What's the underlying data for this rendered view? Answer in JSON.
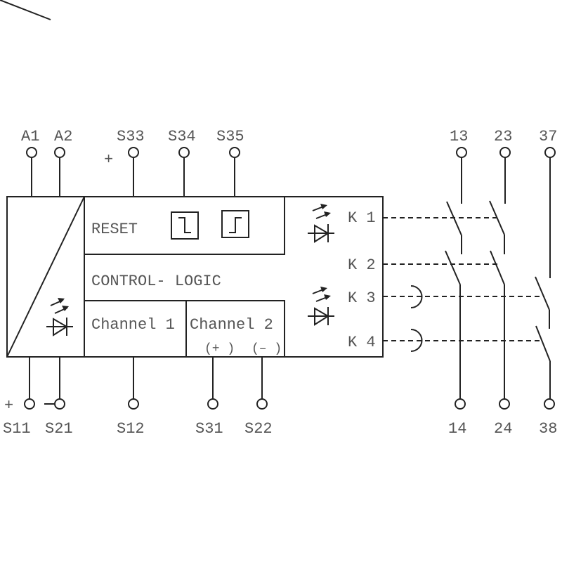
{
  "diagram": {
    "title": "Safety relay block diagram",
    "top_terminals": [
      "A1",
      "A2",
      "S33",
      "S34",
      "S35"
    ],
    "top_plus_sign": "+",
    "bottom_terminals": [
      "S11",
      "S21",
      "S12",
      "S31",
      "S22"
    ],
    "bottom_plus_sign": "+",
    "bottom_minus_sign": "–",
    "output_top_terminals": [
      "13",
      "23",
      "37"
    ],
    "output_bottom_terminals": [
      "14",
      "24",
      "38"
    ],
    "blocks": {
      "reset": "RESET",
      "control_logic": "CONTROL- LOGIC",
      "channel1": "Channel 1",
      "channel2": "Channel 2",
      "channel2_plus": "(+ )",
      "channel2_minus": "(– )"
    },
    "relays": [
      "K 1",
      "K 2",
      "K 3",
      "K 4"
    ],
    "line_color": "#222222",
    "text_color": "#555555"
  }
}
